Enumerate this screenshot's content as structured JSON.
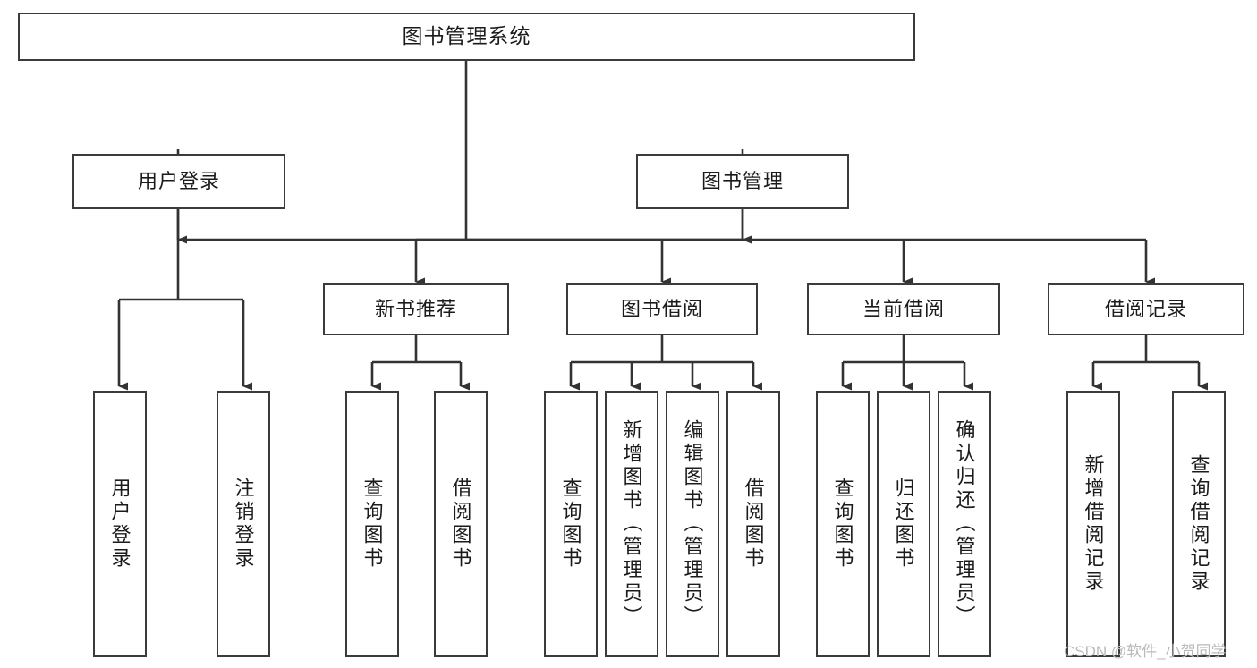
{
  "diagram": {
    "title": "图书管理系统",
    "type": "hierarchy-tree",
    "colors": {
      "border": "#3b3b3b",
      "fill": "#ffffff",
      "text": "#1b1b1b",
      "edge": "#333333",
      "watermark": "#b9b9b9"
    },
    "root": {
      "label": "图书管理系统"
    },
    "level1": [
      {
        "label": "用户登录"
      },
      {
        "label": "图书管理"
      }
    ],
    "level2": [
      {
        "label": "新书推荐"
      },
      {
        "label": "图书借阅"
      },
      {
        "label": "当前借阅"
      },
      {
        "label": "借阅记录"
      }
    ],
    "leaves": {
      "user_login": [
        {
          "label": "用户登录"
        },
        {
          "label": "注销登录"
        }
      ],
      "new_book_recommend": [
        {
          "label": "查询图书"
        },
        {
          "label": "借阅图书"
        }
      ],
      "book_borrow": [
        {
          "label": "查询图书"
        },
        {
          "label": "新增图书（管理员）"
        },
        {
          "label": "编辑图书（管理员）"
        },
        {
          "label": "借阅图书"
        }
      ],
      "current_borrow": [
        {
          "label": "查询图书"
        },
        {
          "label": "归还图书"
        },
        {
          "label": "确认归还（管理员）"
        }
      ],
      "borrow_record": [
        {
          "label": "新增借阅记录"
        },
        {
          "label": "查询借阅记录"
        }
      ]
    },
    "watermark": "CSDN @软件_小贺同学"
  }
}
